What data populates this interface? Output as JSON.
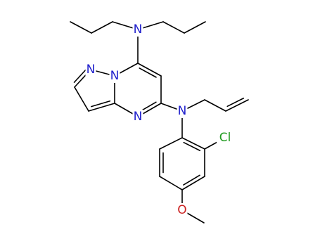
{
  "molecule": {
    "atoms": {
      "n_amine_top": {
        "label": "N",
        "color": "#1f1fcc"
      },
      "n_pyrazole": {
        "label": "N",
        "color": "#1f1fcc"
      },
      "n_bridge": {
        "label": "N",
        "color": "#1f1fcc"
      },
      "n_pyrimidine": {
        "label": "N",
        "color": "#1f1fcc"
      },
      "n_aniline": {
        "label": "N",
        "color": "#1f1fcc"
      },
      "chlorine": {
        "label": "Cl",
        "color": "#1f9a1f"
      },
      "oxygen": {
        "label": "O",
        "color": "#cc2222"
      }
    }
  }
}
